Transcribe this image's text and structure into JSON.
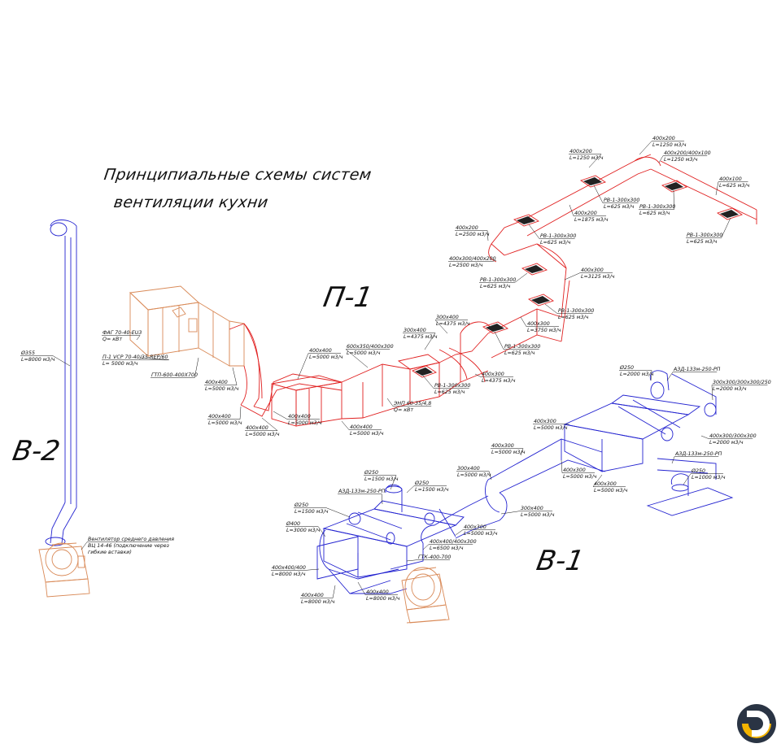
{
  "title": {
    "line1": "Принципиальные схемы систем",
    "line2": "вентиляции кухни"
  },
  "systems": {
    "p1": "П-1",
    "v1": "В-1",
    "v2": "В-2"
  },
  "colors": {
    "supply": "#e02020",
    "exhaust": "#2323d0",
    "equipment": "#d98a58",
    "logo_yellow": "#f4b400",
    "logo_dark": "#2a3444"
  },
  "labels_p1": [
    {
      "id": "p1-fag",
      "l1": "ФАГ 70-40-EU3",
      "l2": "Q= кВт"
    },
    {
      "id": "p1-unit",
      "l1": "П-1 VCP 70-40/35-REP/60",
      "l2": "L= 5000 м3/ч"
    },
    {
      "id": "p1-gtp",
      "l1": "ГТП-600-400X700",
      "l2": ""
    },
    {
      "id": "p1-d1",
      "l1": "400x400",
      "l2": "L=5000 м3/ч"
    },
    {
      "id": "p1-d2",
      "l1": "400x400",
      "l2": "L=5000 м3/ч"
    },
    {
      "id": "p1-d3",
      "l1": "400x400",
      "l2": "L=5000 м3/ч"
    },
    {
      "id": "p1-d4",
      "l1": "400x400",
      "l2": "L=5000 м3/ч"
    },
    {
      "id": "p1-d5",
      "l1": "400x400",
      "l2": "L=5000 м3/ч"
    },
    {
      "id": "p1-d6",
      "l1": "400x400",
      "l2": "L=5000 м3/ч"
    },
    {
      "id": "p1-d7",
      "l1": "600x350/400x300",
      "l2": "L=5000 м3/ч"
    },
    {
      "id": "p1-enp",
      "l1": "ЭНП 60-35/4,8",
      "l2": "Q= кВт"
    },
    {
      "id": "p1-d8",
      "l1": "300x400",
      "l2": "L=4375 м3/ч"
    },
    {
      "id": "p1-d9",
      "l1": "300x400",
      "l2": "L=4375 м3/ч"
    },
    {
      "id": "p1-d10",
      "l1": "400x300",
      "l2": "L=4375 м3/ч"
    },
    {
      "id": "p1-rv1",
      "l1": "РВ-1-300x300",
      "l2": "L=625 м3/ч"
    },
    {
      "id": "p1-rv2",
      "l1": "РВ-1-300x300",
      "l2": "L=625 м3/ч"
    },
    {
      "id": "p1-d11",
      "l1": "400x300",
      "l2": "L=3750 м3/ч"
    },
    {
      "id": "p1-rv3",
      "l1": "РВ-1-300x300",
      "l2": "L=625 м3/ч"
    },
    {
      "id": "p1-d12",
      "l1": "400x300",
      "l2": "L=3125 м3/ч"
    },
    {
      "id": "p1-rv4",
      "l1": "РВ-1-300x300",
      "l2": "L=625 м3/ч"
    },
    {
      "id": "p1-d13",
      "l1": "400x300/400x200",
      "l2": "L=2500 м3/ч"
    },
    {
      "id": "p1-d14",
      "l1": "400x200",
      "l2": "L=2500 м3/ч"
    },
    {
      "id": "p1-rv5",
      "l1": "РВ-1-300x300",
      "l2": "L=625 м3/ч"
    },
    {
      "id": "p1-d15",
      "l1": "400x200",
      "l2": "L=1875 м3/ч"
    },
    {
      "id": "p1-d16",
      "l1": "400x200",
      "l2": "L=1250 м3/ч"
    },
    {
      "id": "p1-rv6",
      "l1": "РВ-1-300x300",
      "l2": "L=625 м3/ч"
    },
    {
      "id": "p1-d17",
      "l1": "400x200",
      "l2": "L=1250 м3/ч"
    },
    {
      "id": "p1-d18",
      "l1": "400x200/400x100",
      "l2": "L=1250 м3/ч"
    },
    {
      "id": "p1-rv7",
      "l1": "РВ-1-300x300",
      "l2": "L=625 м3/ч"
    },
    {
      "id": "p1-d19",
      "l1": "400x100",
      "l2": "L=625 м3/ч"
    },
    {
      "id": "p1-rv8",
      "l1": "РВ-1-300x300",
      "l2": "L=625 м3/ч"
    }
  ],
  "labels_v1": [
    {
      "id": "v1-d1",
      "l1": "Ø250",
      "l2": "L=2000 м3/ч"
    },
    {
      "id": "v1-azd1",
      "l1": "АЗД-133м-250-РП",
      "l2": ""
    },
    {
      "id": "v1-d2",
      "l1": "300x300/300x300/250",
      "l2": "L=2000 м3/ч"
    },
    {
      "id": "v1-d3",
      "l1": "400x300",
      "l2": "L=5000 м3/ч"
    },
    {
      "id": "v1-d4",
      "l1": "400x300/300x300",
      "l2": "L=2000 м3/ч"
    },
    {
      "id": "v1-azd2",
      "l1": "АЗД-133м-250-РП",
      "l2": ""
    },
    {
      "id": "v1-d5",
      "l1": "Ø250",
      "l2": "L=1000 м3/ч"
    },
    {
      "id": "v1-d6",
      "l1": "400x300",
      "l2": "L=5000 м3/ч"
    },
    {
      "id": "v1-d7",
      "l1": "400x300",
      "l2": "L=5000 м3/ч"
    },
    {
      "id": "v1-d8",
      "l1": "400x300",
      "l2": "L=5000 м3/ч"
    },
    {
      "id": "v1-d9",
      "l1": "300x400",
      "l2": "L=5000 м3/ч"
    },
    {
      "id": "v1-d10",
      "l1": "Ø250",
      "l2": "L=1500 м3/ч"
    },
    {
      "id": "v1-d11",
      "l1": "Ø250",
      "l2": "L=1500 м3/ч"
    },
    {
      "id": "v1-azd3",
      "l1": "АЗД-133м-250-РП",
      "l2": ""
    },
    {
      "id": "v1-d12",
      "l1": "Ø250",
      "l2": "L=1500 м3/ч"
    },
    {
      "id": "v1-d13",
      "l1": "300x400",
      "l2": "L=5000 м3/ч"
    },
    {
      "id": "v1-d14",
      "l1": "400x300",
      "l2": "L=5000 м3/ч"
    },
    {
      "id": "v1-d15",
      "l1": "Ø400",
      "l2": "L=3000 м3/ч"
    },
    {
      "id": "v1-d16",
      "l1": "400x400/400x300",
      "l2": "L=6500 м3/ч"
    },
    {
      "id": "v1-gtk",
      "l1": "ГТК-400-700",
      "l2": ""
    },
    {
      "id": "v1-d17",
      "l1": "400x400/400",
      "l2": "L=8000 м3/ч"
    },
    {
      "id": "v1-d18",
      "l1": "400x400",
      "l2": "L=8000 м3/ч"
    },
    {
      "id": "v1-d19",
      "l1": "400x400",
      "l2": "L=8000 м3/ч"
    }
  ],
  "labels_v2": [
    {
      "id": "v2-d1",
      "l1": "Ø355",
      "l2": "L=8000 м3/ч"
    },
    {
      "id": "v2-fan",
      "l1": "Вентилятор среднего давления",
      "l2": "ВЦ 14-46 (подключение через",
      "l3": "гибкие вставки)"
    }
  ]
}
